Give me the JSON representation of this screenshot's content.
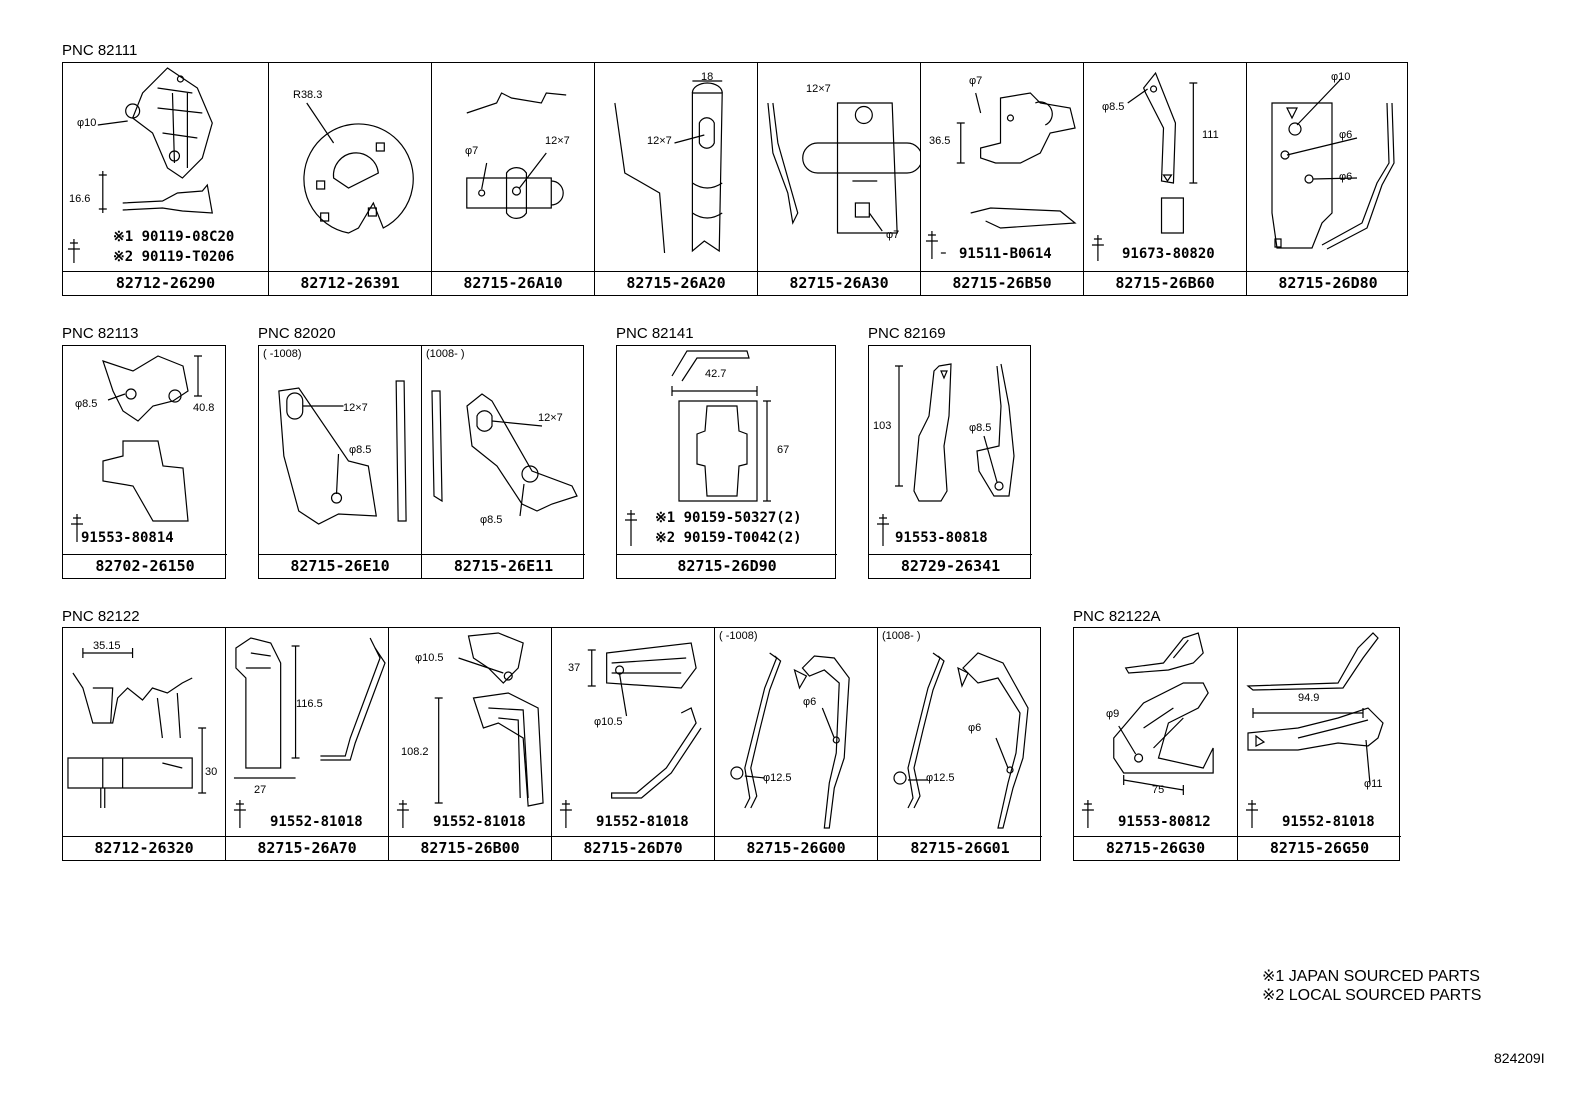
{
  "groups": {
    "g1": {
      "label": "PNC 82111",
      "parts": [
        "82712-26290",
        "82712-26391",
        "82715-26A10",
        "82715-26A20",
        "82715-26A30",
        "82715-26B50",
        "82715-26B60",
        "82715-26D80"
      ],
      "notes": {
        "n1": "※1 90119-08C20",
        "n2": "※2 90119-T0206",
        "b50": "91511-B0614",
        "b60": "91673-80820"
      },
      "dims": {
        "d1": "φ10",
        "d2": "16.6",
        "d3": "R38.3",
        "d4": "φ7",
        "d5": "12×7",
        "d6": "18",
        "d7": "12×7",
        "d8": "12×7",
        "d9": "φ7",
        "d10": "φ7",
        "d11": "36.5",
        "d12": "φ8.5",
        "d13": "111",
        "d14": "φ10",
        "d15": "φ6",
        "d16": "φ6"
      }
    },
    "g2": {
      "label": "PNC 82113",
      "parts": [
        "82702-26150"
      ],
      "notes": {
        "b": "91553-80814"
      },
      "dims": {
        "d1": "φ8.5",
        "d2": "40.8"
      }
    },
    "g3": {
      "label": "PNC 82020",
      "parts": [
        "82715-26E10",
        "82715-26E11"
      ],
      "dims": {
        "h1": "(    -1008)",
        "h2": "(1008-    )",
        "d1": "12×7",
        "d2": "φ8.5",
        "d3": "12×7",
        "d4": "φ8.5"
      }
    },
    "g4": {
      "label": "PNC 82141",
      "parts": [
        "82715-26D90"
      ],
      "notes": {
        "n1": "※1 90159-50327(2)",
        "n2": "※2 90159-T0042(2)"
      },
      "dims": {
        "d1": "42.7",
        "d2": "67"
      }
    },
    "g5": {
      "label": "PNC 82169",
      "parts": [
        "82729-26341"
      ],
      "notes": {
        "b": "91553-80818"
      },
      "dims": {
        "d1": "103",
        "d2": "φ8.5"
      }
    },
    "g6": {
      "label": "PNC 82122",
      "parts": [
        "82712-26320",
        "82715-26A70",
        "82715-26B00",
        "82715-26D70",
        "82715-26G00",
        "82715-26G01"
      ],
      "notes": {
        "a70": "91552-81018",
        "b00": "91552-81018",
        "d70": "91552-81018"
      },
      "dims": {
        "d1": "35.15",
        "d2": "30",
        "d3": "116.5",
        "d4": "27",
        "d5": "φ10.5",
        "d6": "108.2",
        "d7": "37",
        "d8": "φ10.5",
        "h1": "(    -1008)",
        "d9": "φ6",
        "d10": "φ12.5",
        "h2": "(1008-    )",
        "d11": "φ6",
        "d12": "φ12.5"
      }
    },
    "g7": {
      "label": "PNC 82122A",
      "parts": [
        "82715-26G30",
        "82715-26G50"
      ],
      "notes": {
        "g30": "91553-80812",
        "g50": "91552-81018"
      },
      "dims": {
        "d1": "φ9",
        "d2": "75",
        "d3": "94.9",
        "d4": "φ11"
      }
    }
  },
  "legend": {
    "l1": "※1 JAPAN SOURCED PARTS",
    "l2": "※2 LOCAL SOURCED PARTS"
  },
  "diagram_code": "824209I"
}
